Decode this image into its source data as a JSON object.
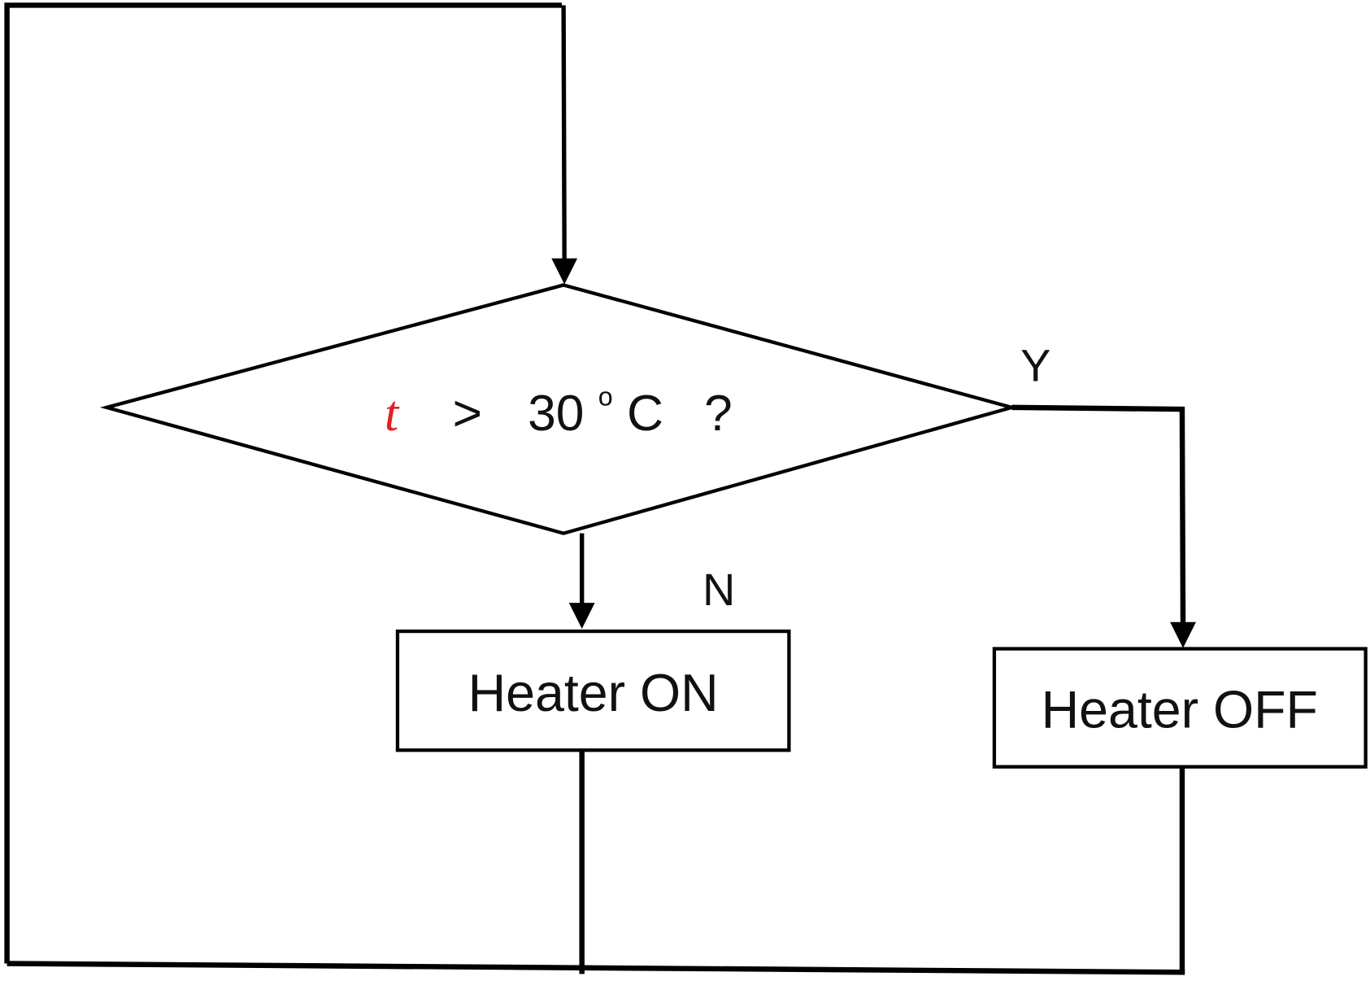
{
  "decision": {
    "variable": "t",
    "operator": ">",
    "value": "30",
    "degree": "o",
    "unit": "C",
    "question_mark": "?"
  },
  "labels": {
    "yes": "Y",
    "no": "N"
  },
  "boxes": {
    "on": "Heater ON",
    "off": "Heater OFF"
  },
  "colors": {
    "variable": "#e02020",
    "stroke": "#000000"
  }
}
